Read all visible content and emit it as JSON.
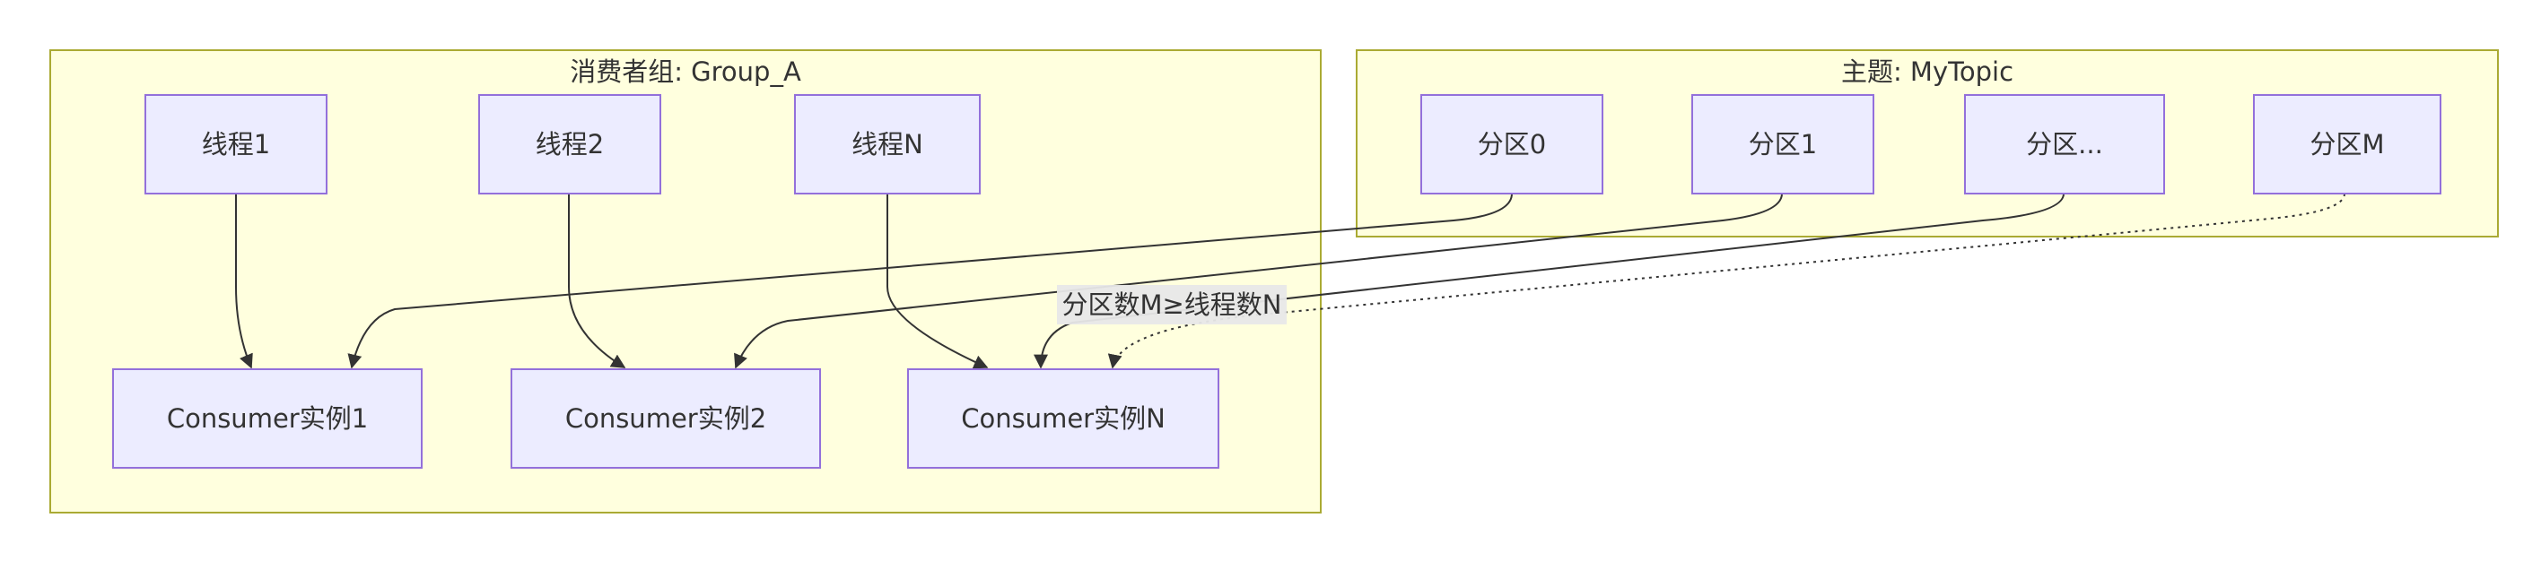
{
  "clusters": {
    "consumer_group": {
      "title": "消费者组: Group_A"
    },
    "topic": {
      "title": "主题: MyTopic"
    }
  },
  "threads": [
    {
      "label": "线程1"
    },
    {
      "label": "线程2"
    },
    {
      "label": "线程N"
    }
  ],
  "consumers": [
    {
      "label": "Consumer实例1"
    },
    {
      "label": "Consumer实例2"
    },
    {
      "label": "Consumer实例N"
    }
  ],
  "partitions": [
    {
      "label": "分区0"
    },
    {
      "label": "分区1"
    },
    {
      "label": "分区..."
    },
    {
      "label": "分区M"
    }
  ],
  "edge_label": "分区数M≥线程数N",
  "colors": {
    "cluster_fill": "#ffffde",
    "cluster_stroke": "#aaaa33",
    "node_fill": "#ececff",
    "node_stroke": "#9370db",
    "edge": "#333333"
  }
}
